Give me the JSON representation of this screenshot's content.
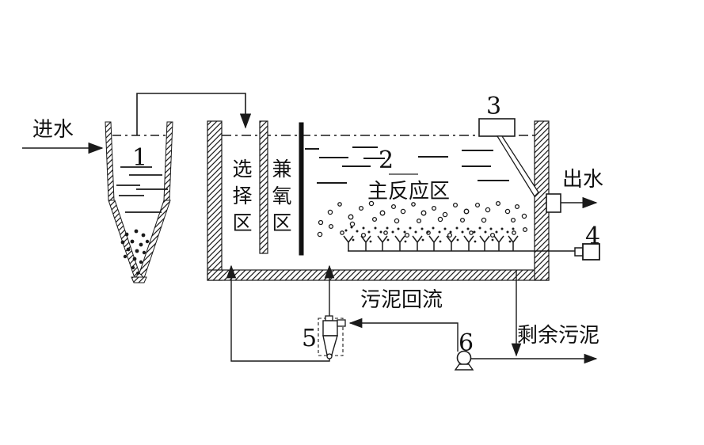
{
  "diagram": {
    "streams": {
      "influent": "进水",
      "effluent": "出水",
      "sludge_return": "污泥回流",
      "excess_sludge": "剩余污泥"
    },
    "zones": {
      "selection": "选择区",
      "facultative": "兼氧区",
      "main_reaction": "主反应区"
    },
    "component_numbers": {
      "settling_tank": "1",
      "main_reactor": "2",
      "scum_box": "3",
      "air_blower": "4",
      "separator": "5",
      "pump": "6"
    }
  },
  "colors": {
    "line": "#1a1a1a",
    "background": "#ffffff"
  }
}
